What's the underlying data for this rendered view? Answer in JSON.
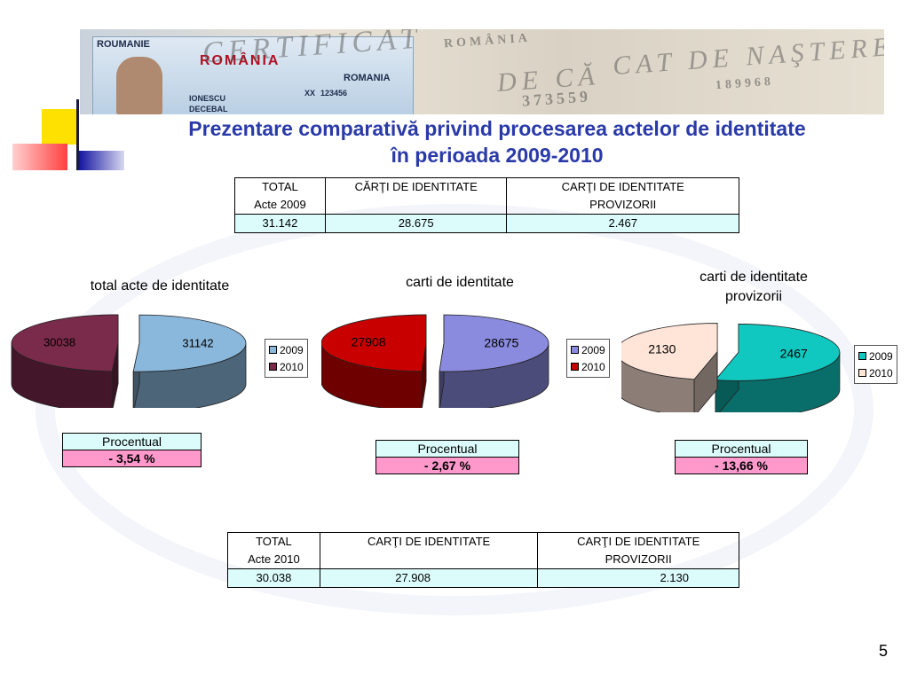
{
  "title_line1": "Prezentare comparativă privind procesarea actelor de identitate",
  "title_line2": "în perioada 2009-2010",
  "banner": {
    "texts": [
      "ROUMANIE",
      "ROMANIA",
      "ROMÂNIA",
      "CERTIFICAT",
      "CAT DE NAŞTERE",
      "DE CĂ",
      "373559",
      "189968",
      "IONESCU",
      "DECEBAL",
      "XX",
      "123456"
    ]
  },
  "table_2009": {
    "headers": [
      [
        "TOTAL",
        "Acte 2009"
      ],
      [
        "CĂRŢI DE IDENTITATE",
        ""
      ],
      [
        "CARŢI DE IDENTITATE",
        "PROVIZORII"
      ]
    ],
    "values": [
      "31.142",
      "28.675",
      "2.467"
    ]
  },
  "table_2010": {
    "headers": [
      [
        "TOTAL",
        "Acte 2010"
      ],
      [
        "CARŢI DE IDENTITATE",
        ""
      ],
      [
        "CARŢI DE IDENTITATE",
        "PROVIZORII"
      ]
    ],
    "values": [
      "30.038",
      "27.908",
      "2.130"
    ]
  },
  "chart_data": [
    {
      "type": "pie",
      "title": "total acte de identitate",
      "categories": [
        "2009",
        "2010"
      ],
      "values": [
        31142,
        30038
      ],
      "colors": [
        "#8ab8dc",
        "#7a2a4a"
      ],
      "legend": "right",
      "percent_label": "Procentual",
      "percent_value": "- 3,54 %"
    },
    {
      "type": "pie",
      "title": "carti de identitate",
      "categories": [
        "2009",
        "2010"
      ],
      "values": [
        28675,
        27908
      ],
      "colors": [
        "#8a8ade",
        "#c80000"
      ],
      "legend": "right",
      "percent_label": "Procentual",
      "percent_value": "- 2,67 %"
    },
    {
      "type": "pie",
      "title": "carti de identitate provizorii",
      "categories": [
        "2009",
        "2010"
      ],
      "values": [
        2467,
        2130
      ],
      "colors": [
        "#10c8c0",
        "#ffe4d8"
      ],
      "legend": "right",
      "percent_label": "Procentual",
      "percent_value": "- 13,66 %"
    }
  ],
  "page_number": "5"
}
